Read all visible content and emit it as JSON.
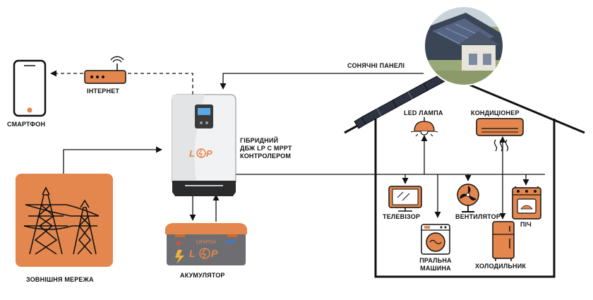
{
  "labels": {
    "smartphone": "СМАРТФОН",
    "internet": "ІНТЕРНЕТ",
    "solar": "СОНЯЧНІ ПАНЕЛІ",
    "inverter_1": "ГІБРИДНИЙ",
    "inverter_2": "ДБЖ LP С МРРТ",
    "inverter_3": "КОНТРОЛЕРОМ",
    "grid": "ЗОВНІШНЯ МЕРЕЖА",
    "battery": "АКУМУЛЯТОР",
    "lamp": "LED ЛАМПА",
    "ac": "КОНДИЦІОНЕР",
    "tv": "ТЕЛЕВІЗОР",
    "fan": "ВЕНТИЛЯТОР",
    "oven": "ПІЧ",
    "washer_1": "ПРАЛЬНА",
    "washer_2": "МАШИНА",
    "fridge": "ХОЛОДИЛЬНИК"
  },
  "brand": {
    "logo_left": "L",
    "logo_right": "P",
    "battery_chem": "LiFePO4"
  },
  "colors": {
    "accent": "#e4874f",
    "accent_dark": "#c96a32",
    "battery_body": "#6e6e72",
    "outline": "#111111"
  },
  "icons": [
    "smartphone-icon",
    "router-icon",
    "inverter-icon",
    "grid-tower-icon",
    "battery-icon",
    "solar-panel-icon",
    "lamp-icon",
    "air-conditioner-icon",
    "tv-icon",
    "fan-icon",
    "oven-icon",
    "washing-machine-icon",
    "fridge-icon",
    "house-outline-icon"
  ]
}
